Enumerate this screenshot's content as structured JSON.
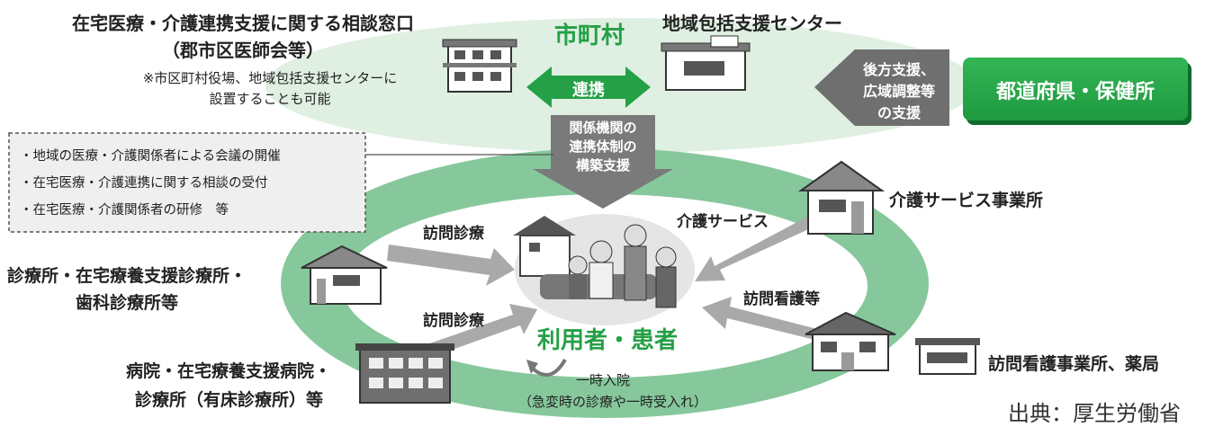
{
  "colors": {
    "ring_green": "#86c89b",
    "light_green": "#dff0e2",
    "accent_green": "#25a046",
    "gray_arrow": "#a9a9a9",
    "dark_arrow": "#6f6f6f",
    "center_gray": "#e5e5e5"
  },
  "top": {
    "center_title": "市町村",
    "consult_title_line1": "在宅医療・介護連携支援に関する相談窓口",
    "consult_title_line2": "（郡市区医師会等）",
    "consult_note_line1": "※市区町村役場、地域包括支援センターに",
    "consult_note_line2": "設置することも可能",
    "cooperation_label": "連携",
    "center_facility": "地域包括支援センター",
    "prefecture": "都道府県・保健所",
    "back_support_line1": "後方支援、",
    "back_support_line2": "広域調整等",
    "back_support_line3": "の支援",
    "build_support_line1": "関係機関の",
    "build_support_line2": "連携体制の",
    "build_support_line3": "構築支援"
  },
  "dashed_box": {
    "items": [
      "・地域の医療・介護関係者による会議の開催",
      "・在宅医療・介護連携に関する相談の受付",
      "・在宅医療・介護関係者の研修　等"
    ]
  },
  "ring": {
    "center_label": "利用者・患者",
    "visit_medical_1": "訪問診療",
    "visit_medical_2": "訪問診療",
    "care_service": "介護サービス",
    "visit_nursing": "訪問看護等",
    "clinic_line1": "診療所・在宅療養支援診療所・",
    "clinic_line2": "歯科診療所等",
    "hospital_line1": "病院・在宅療養支援病院・",
    "hospital_line2": "診療所（有床診療所）等",
    "care_office": "介護サービス事業所",
    "nursing_office": "訪問看護事業所、薬局",
    "temp_admission_line1": "一時入院",
    "temp_admission_line2": "（急変時の診療や一時受入れ）"
  },
  "source": "出典：厚生労働省"
}
